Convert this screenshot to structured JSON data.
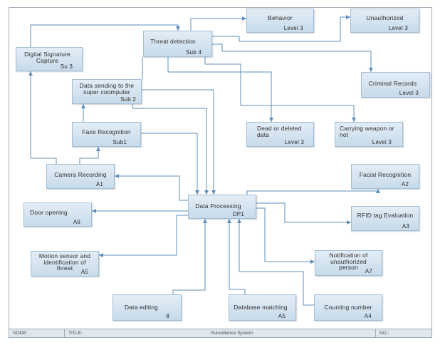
{
  "colors": {
    "connector": "#5e8fbb",
    "box_top": "#e3edf6",
    "box_bottom": "#c7dbea",
    "box_border": "#a3bfd6",
    "frame": "#a4afb9",
    "footer": "#dfe7ee"
  },
  "nodes": {
    "digital_signature": {
      "lines": [
        "Digital Signature",
        "Capture"
      ],
      "code": "Su 3"
    },
    "threat_detection": {
      "lines": [
        "Threat detection"
      ],
      "code": "Sub 4"
    },
    "behavior": {
      "lines": [
        "Behavior"
      ],
      "code": "Level 3"
    },
    "unauthorized": {
      "lines": [
        "Unauthorized"
      ],
      "code": "Level 3"
    },
    "criminal_records": {
      "lines": [
        "Criminal Records"
      ],
      "code": "Level 3"
    },
    "data_sending": {
      "lines": [
        "Data sending to the",
        "super coomputer"
      ],
      "code": "Sub 2"
    },
    "face_recognition": {
      "lines": [
        "Face Recognition"
      ],
      "code": "Sub1"
    },
    "dead_data": {
      "lines": [
        "Dead or deleted",
        "data"
      ],
      "code": "Level 3"
    },
    "carrying_weapon": {
      "lines": [
        "Carrying weapon or",
        "not"
      ],
      "code": "Level 3"
    },
    "camera_recording": {
      "lines": [
        "Camera Recording"
      ],
      "code": "A1"
    },
    "facial_recognition": {
      "lines": [
        "Facial Recognition"
      ],
      "code": "A2"
    },
    "data_processing": {
      "lines": [
        "Data Processing"
      ],
      "code": "DP1"
    },
    "door_opening": {
      "lines": [
        "Door opening"
      ],
      "code": "A6"
    },
    "rfid": {
      "lines": [
        "RFID tag Evaluation"
      ],
      "code": "A3"
    },
    "motion_sensor": {
      "lines": [
        "Motion sensor and",
        "identification of",
        "threat"
      ],
      "code": "A5"
    },
    "notification": {
      "lines": [
        "Notification of",
        "unauthorized",
        "person"
      ],
      "code": "A7"
    },
    "data_editing": {
      "lines": [
        "Data editing"
      ],
      "code": "8"
    },
    "database_matching": {
      "lines": [
        "Database matching"
      ],
      "code": "A5"
    },
    "counting_number": {
      "lines": [
        "Counting number"
      ],
      "code": "A4"
    }
  },
  "footer": {
    "node_label": "NODE:",
    "title_label": "TITLE:",
    "title": "Surveillance System",
    "number_label": "NO.:"
  }
}
